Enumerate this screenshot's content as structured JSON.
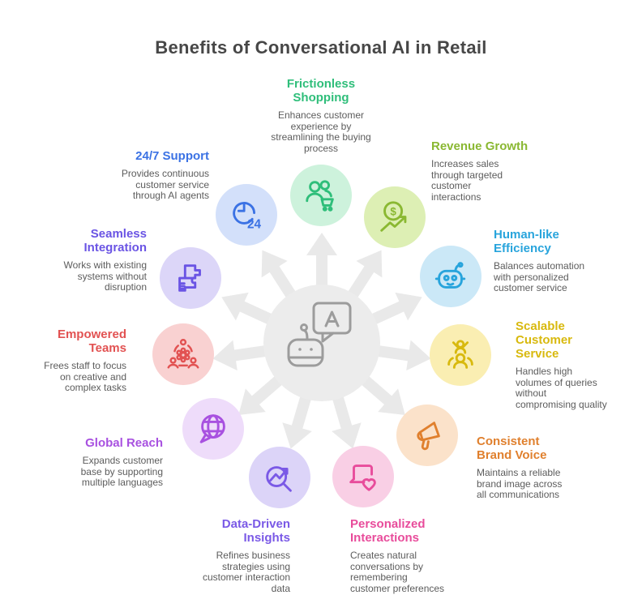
{
  "title": "Benefits of Conversational AI in Retail",
  "theme": {
    "background": "#ffffff",
    "title_color": "#474747",
    "description_color": "#5c5c5c",
    "hub_color": "#ececec",
    "arrow_color": "#e9e9e9",
    "center_icon_color": "#9c9c9c"
  },
  "center": {
    "icon": "chatbot-speech-bubble-icon"
  },
  "nodes": [
    {
      "id": "frictionless-shopping",
      "icon": "shoppers-cart-icon",
      "color": "#2fbe7a",
      "bg": "#cdf2dc",
      "title": "Frictionless\nShopping",
      "description": "Enhances customer\nexperience by\nstreamlining the buying\nprocess"
    },
    {
      "id": "revenue-growth",
      "icon": "dollar-growth-icon",
      "color": "#8ab832",
      "bg": "#ddefb4",
      "title": "Revenue Growth",
      "description": "Increases sales\nthrough targeted\ncustomer\ninteractions"
    },
    {
      "id": "human-like-efficiency",
      "icon": "robot-face-icon",
      "color": "#28a4dc",
      "bg": "#cbe8f7",
      "title": "Human-like\nEfficiency",
      "description": "Balances automation\nwith personalized\ncustomer service"
    },
    {
      "id": "scalable-customer-service",
      "icon": "agent-team-icon",
      "color": "#d8b90e",
      "bg": "#faeeb2",
      "title": "Scalable\nCustomer\nService",
      "description": "Handles high\nvolumes of queries\nwithout\ncompromising quality"
    },
    {
      "id": "consistent-brand-voice",
      "icon": "megaphone-icon",
      "color": "#e0802e",
      "bg": "#fbe2ca",
      "title": "Consistent\nBrand Voice",
      "description": "Maintains a reliable\nbrand image across\nall communications"
    },
    {
      "id": "personalized-interactions",
      "icon": "laptop-heart-icon",
      "color": "#e84c9b",
      "bg": "#f9cfe5",
      "title": "Personalized\nInteractions",
      "description": "Creates natural\nconversations by\nremembering\ncustomer preferences"
    },
    {
      "id": "data-driven-insights",
      "icon": "magnifier-trend-icon",
      "color": "#7a59e6",
      "bg": "#dcd4f8",
      "title": "Data-Driven\nInsights",
      "description": "Refines business\nstrategies using\ncustomer interaction\ndata"
    },
    {
      "id": "global-reach",
      "icon": "globe-bubble-icon",
      "color": "#a851e0",
      "bg": "#eedcfa",
      "title": "Global Reach",
      "description": "Expands customer\nbase by supporting\nmultiple languages"
    },
    {
      "id": "empowered-teams",
      "icon": "team-gear-icon",
      "color": "#e25252",
      "bg": "#f9d1d1",
      "title": "Empowered\nTeams",
      "description": "Frees staff to focus\non creative and\ncomplex tasks"
    },
    {
      "id": "seamless-integration",
      "icon": "puzzle-icon",
      "color": "#6a54e4",
      "bg": "#dcd6f8",
      "title": "Seamless\nIntegration",
      "description": "Works with existing\nsystems without\ndisruption"
    },
    {
      "id": "support-24-7",
      "icon": "clock-24-icon",
      "color": "#3b72e4",
      "bg": "#d3e0fa",
      "title": "24/7 Support",
      "description": "Provides continuous\ncustomer service\nthrough AI agents"
    }
  ]
}
